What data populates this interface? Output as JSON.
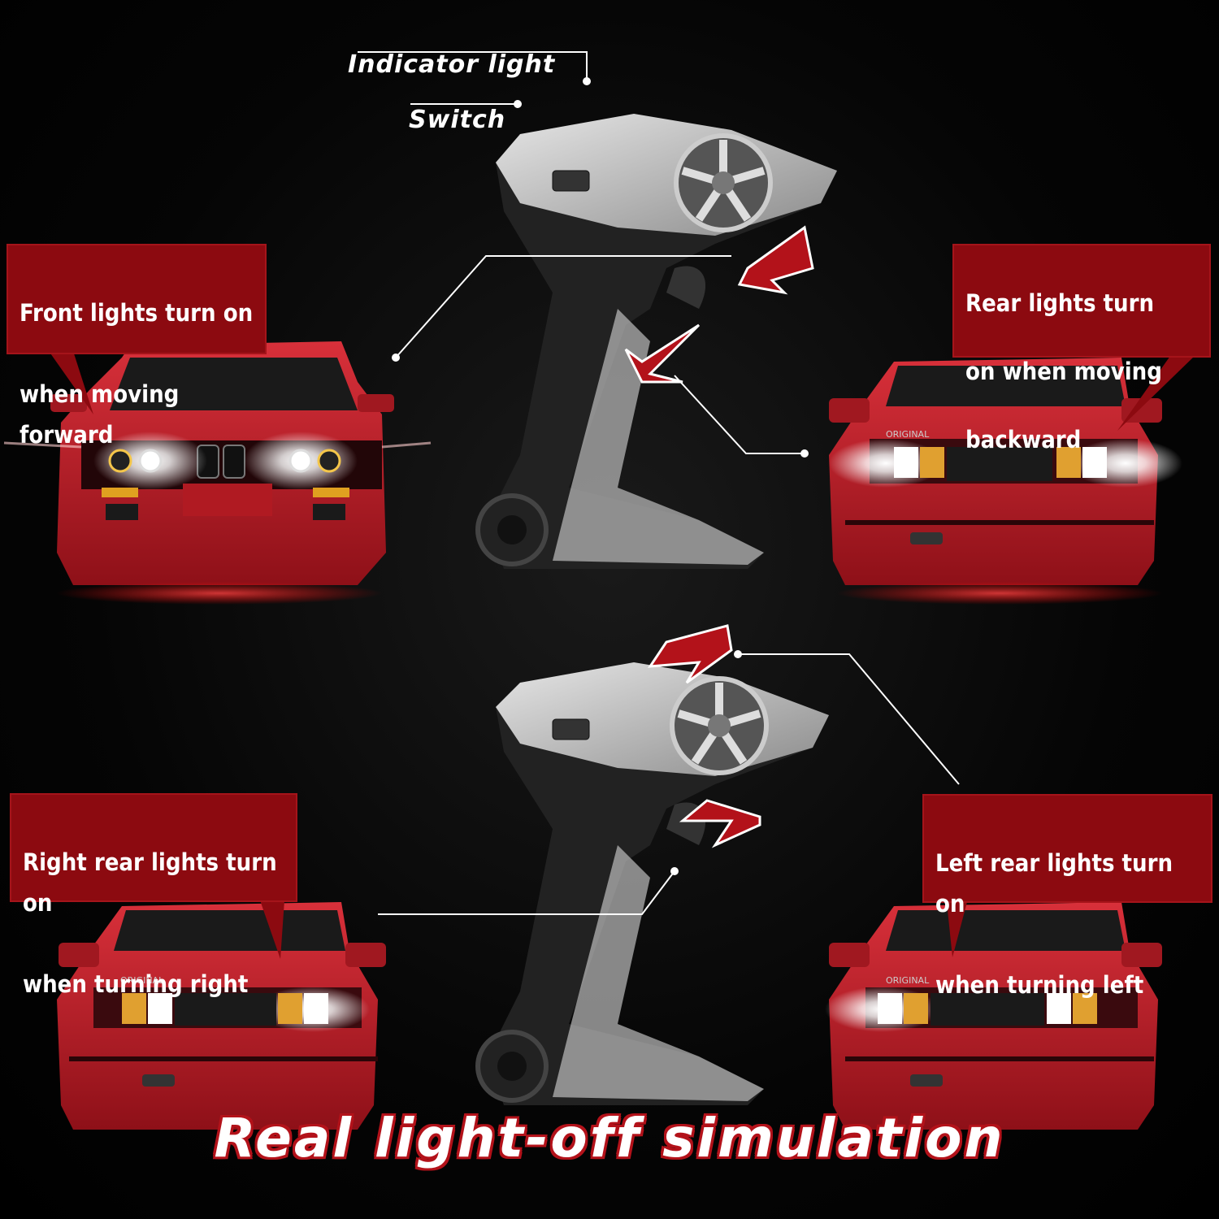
{
  "labels": {
    "indicator_light": "Indicator light",
    "switch": "Switch"
  },
  "callouts": {
    "front_forward": {
      "line1": "Front lights turn on",
      "line2": "when moving forward"
    },
    "rear_backward": {
      "line1": "Rear lights turn",
      "line2": "on when moving",
      "line3": "backward"
    },
    "right_turn": {
      "line1": "Right rear lights turn on",
      "line2": "when turning right"
    },
    "left_turn": {
      "line1": "Left rear lights turn on",
      "line2": "when turning left"
    }
  },
  "badges": {
    "rear_plate_text": "ORIGINAL"
  },
  "title": "Real light-off simulation",
  "colors": {
    "callout_bg": "#8c0a10",
    "car_red": "#c8202a",
    "arrow_red": "#b3121a",
    "background": "#000000"
  }
}
